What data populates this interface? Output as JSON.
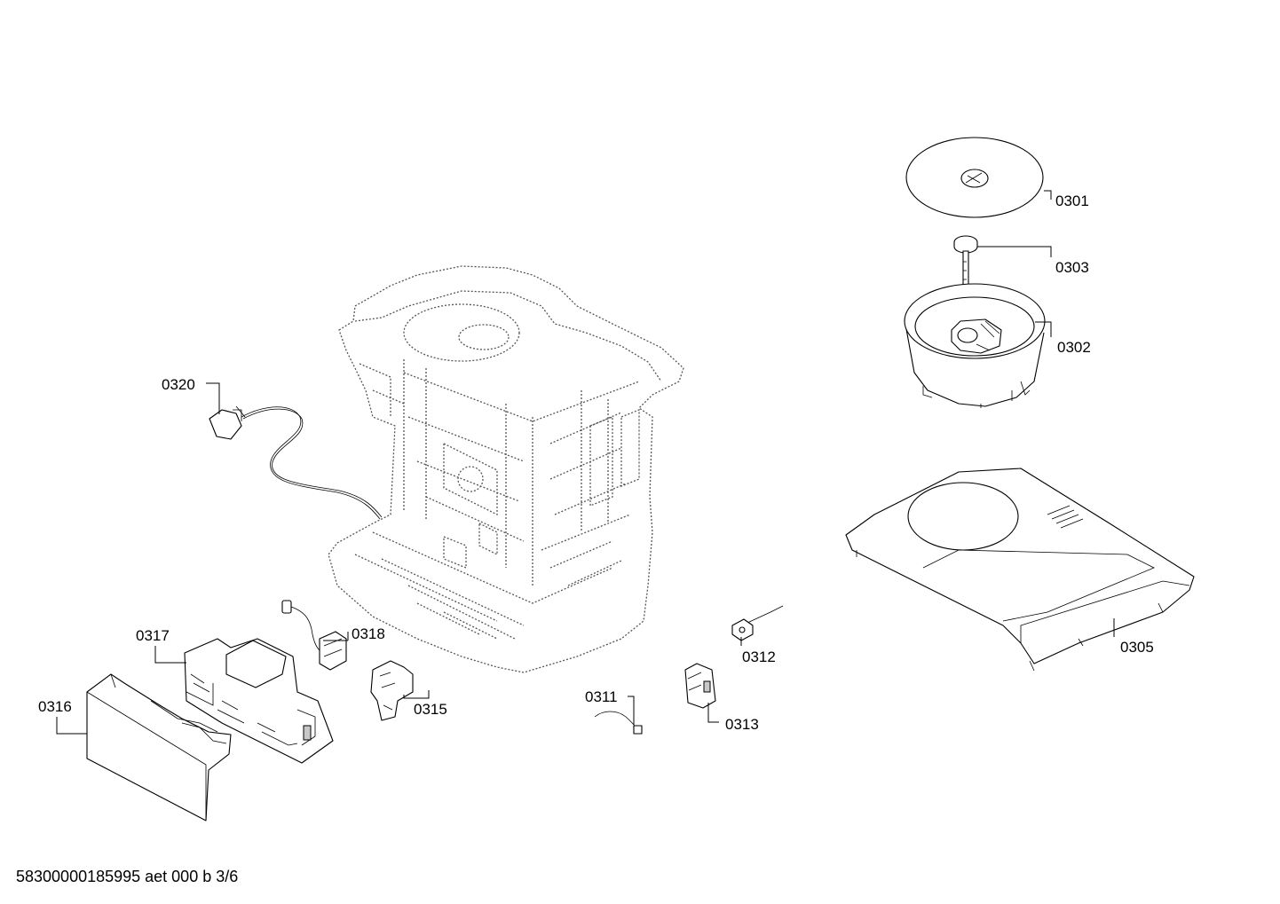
{
  "diagram": {
    "parts": [
      {
        "id": "0301",
        "label": "0301"
      },
      {
        "id": "0302",
        "label": "0302"
      },
      {
        "id": "0303",
        "label": "0303"
      },
      {
        "id": "0305",
        "label": "0305"
      },
      {
        "id": "0311",
        "label": "0311"
      },
      {
        "id": "0312",
        "label": "0312"
      },
      {
        "id": "0313",
        "label": "0313"
      },
      {
        "id": "0315",
        "label": "0315"
      },
      {
        "id": "0316",
        "label": "0316"
      },
      {
        "id": "0317",
        "label": "0317"
      },
      {
        "id": "0318",
        "label": "0318"
      },
      {
        "id": "0320",
        "label": "0320"
      }
    ]
  },
  "footer": {
    "doc_code": "58300000185995 aet 000 b 3/6"
  }
}
